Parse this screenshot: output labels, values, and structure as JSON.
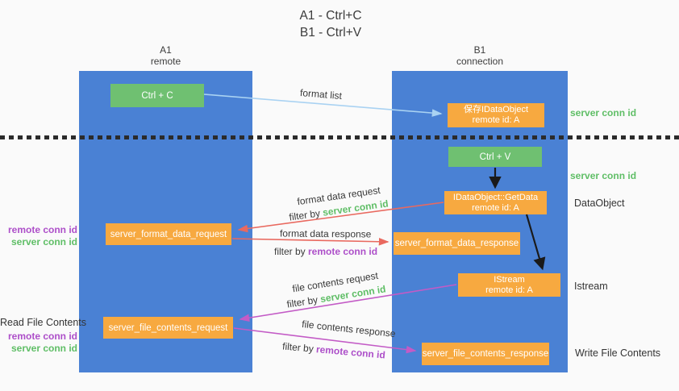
{
  "title": {
    "line1": "A1 - Ctrl+C",
    "line2": "B1 - Ctrl+V"
  },
  "columns": {
    "left": {
      "id": "A1",
      "subtitle": "remote"
    },
    "right": {
      "id": "B1",
      "subtitle": "connection"
    }
  },
  "nodes": {
    "ctrl_c": "Ctrl + C",
    "ctrl_v": "Ctrl + V",
    "save_dataobject": "保存IDataObject",
    "getdata": "IDataObject::GetData",
    "istream": "IStream",
    "remote_id": "remote id: A",
    "server_format_data_request": "server_format_data_request",
    "server_format_data_response": "server_format_data_response",
    "server_file_contents_request": "server_file_contents_request",
    "server_file_contents_response": "server_file_contents_response"
  },
  "edge_labels": {
    "format_list": "format list",
    "format_data_request": "format data request",
    "format_data_response": "format data response",
    "file_contents_request": "file contents request",
    "file_contents_response": "file contents response",
    "filter_by": "filter by ",
    "server_conn_id": "server conn id",
    "remote_conn_id": "remote conn id"
  },
  "side_labels": {
    "server_conn_id_top": "server conn id",
    "server_conn_id_mid": "server conn id",
    "dataobject": "DataObject",
    "istream": "Istream",
    "write_file_contents": "Write File Contents",
    "read_file_contents": "Read File Contents",
    "remote_conn_id": "remote conn id",
    "server_conn_id": "server conn id"
  },
  "colors": {
    "panel_blue": "#4a81d4",
    "node_green": "#6fc071",
    "node_orange": "#f7a940",
    "green_text": "#5fbe66",
    "purple_text": "#ad4fc9",
    "arrow_red": "#e9695f",
    "arrow_magenta": "#c35bc6",
    "arrow_light_blue": "#a9d2f2",
    "arrow_black": "#1a1a1a",
    "background": "#fafafa"
  }
}
